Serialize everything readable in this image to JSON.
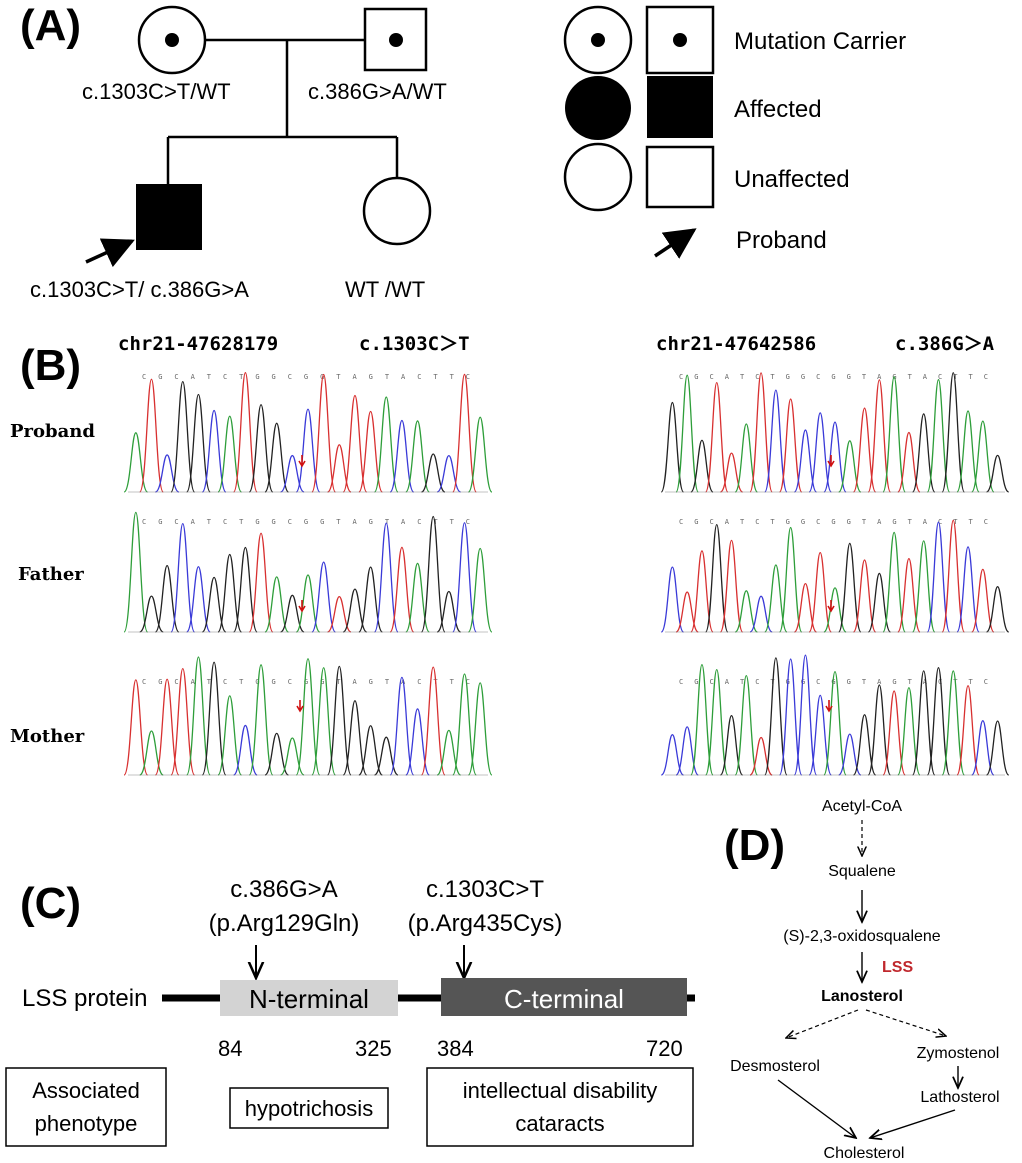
{
  "panels": {
    "a": "(A)",
    "b": "(B)",
    "c": "(C)",
    "d": "(D)"
  },
  "pedigree": {
    "mother_genotype": "c.1303C>T/WT",
    "father_genotype": "c.386G>A/WT",
    "proband_genotype": "c.1303C>T/ c.386G>A",
    "sister_genotype": "WT /WT"
  },
  "legend": {
    "carrier": "Mutation Carrier",
    "affected": "Affected",
    "unaffected": "Unaffected",
    "proband": "Proband"
  },
  "chromatogram": {
    "left_locus": "chr21-47628179",
    "left_variant": "c.1303C＞T",
    "right_locus": "chr21-47642586",
    "right_variant": "c.386G＞A",
    "rows": [
      "Proband",
      "Father",
      "Mother"
    ],
    "trace_colors": {
      "A": "#2e9e3a",
      "C": "#3a3ad8",
      "G": "#222222",
      "T": "#d83030"
    },
    "marker_color": "#d01010"
  },
  "protein": {
    "mut1_line1": "c.386G>A",
    "mut1_line2": "(p.Arg129Gln)",
    "mut2_line1": "c.1303C>T",
    "mut2_line2": "(p.Arg435Cys)",
    "protein_label": "LSS protein",
    "n_domain": "N-terminal",
    "c_domain": "C-terminal",
    "pos_n_start": "84",
    "pos_n_end": "325",
    "pos_c_start": "384",
    "pos_c_end": "720",
    "phenotype_header_line1": "Associated",
    "phenotype_header_line2": "phenotype",
    "n_phenotype": "hypotrichosis",
    "c_phenotype_line1": "intellectual disability",
    "c_phenotype_line2": "cataracts",
    "n_color": "#d3d3d3",
    "c_color": "#555555"
  },
  "pathway": {
    "acetyl": "Acetyl-CoA",
    "squalene": "Squalene",
    "oxidosqualene": "(S)-2,3-oxidosqualene",
    "enzyme": "LSS",
    "lanosterol": "Lanosterol",
    "desmosterol": "Desmosterol",
    "zymostenol": "Zymostenol",
    "lathosterol": "Lathosterol",
    "cholesterol": "Cholesterol",
    "enzyme_color": "#c0282d"
  }
}
